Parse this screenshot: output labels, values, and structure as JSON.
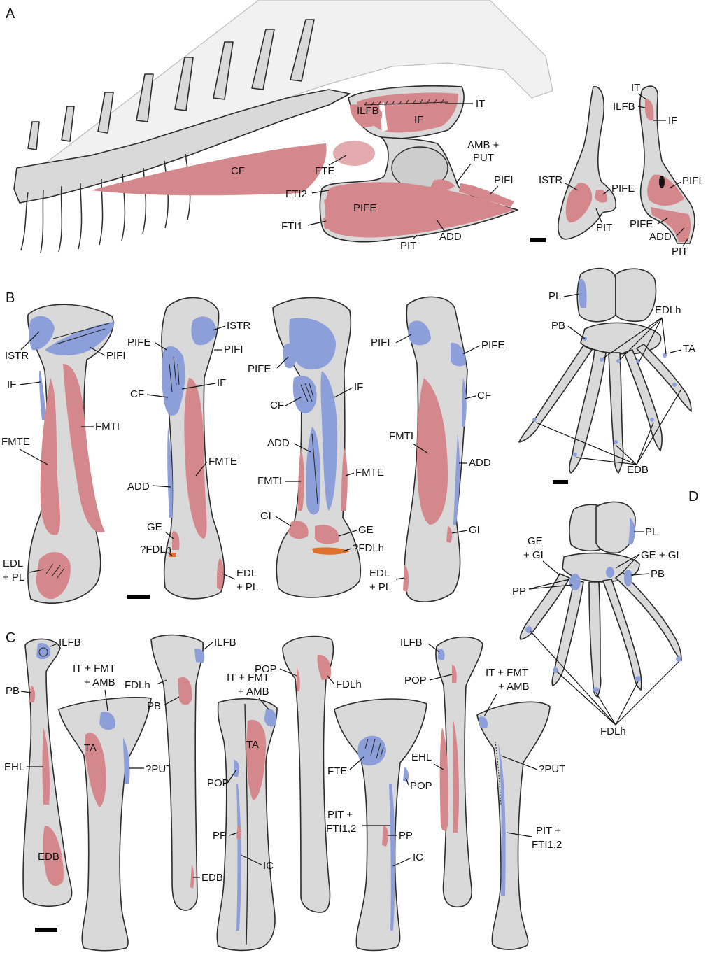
{
  "colors": {
    "extensor_muscles": "#d5888b",
    "flexor_muscles": "#8c9fd9",
    "uncertain": "#e0712c",
    "bone": "#d9d9d9"
  },
  "panels": {
    "a": "A",
    "b": "B",
    "c": "C",
    "d": "D"
  },
  "labels": {
    "a_cf": "CF",
    "a_fte": "FTE",
    "a_ilfb": "ILFB",
    "a_if": "IF",
    "a_it": "IT",
    "a_amb_put_1": "AMB +",
    "a_amb_put_2": "PUT",
    "a_pifi": "PIFI",
    "a_fti2": "FTI2",
    "a_fti1": "FTI1",
    "a_pife": "PIFE",
    "a_add": "ADD",
    "a_pit": "PIT",
    "a2_istr": "ISTR",
    "a2_pife": "PIFE",
    "a2_pit": "PIT",
    "a3_it": "IT",
    "a3_ilfb": "ILFB",
    "a3_if": "IF",
    "a3_pifi": "PIFI",
    "a3_pife": "PIFE",
    "a3_add": "ADD",
    "a3_pit": "PIT",
    "b1_istr": "ISTR",
    "b1_pifi": "PIFI",
    "b1_if": "IF",
    "b1_fmti": "FMTI",
    "b1_fmte": "FMTE",
    "b1_edl_1": "EDL",
    "b1_edl_2": "+ PL",
    "b2_pife": "PIFE",
    "b2_istr": "ISTR",
    "b2_pifi": "PIFI",
    "b2_cf": "CF",
    "b2_if": "IF",
    "b2_fmte": "FMTE",
    "b2_add": "ADD",
    "b2_ge": "GE",
    "b2_fdlh": "?FDLh",
    "b2_edl_1": "EDL",
    "b2_edl_2": "+ PL",
    "b3_pife": "PIFE",
    "b3_cf": "CF",
    "b3_if": "IF",
    "b3_add": "ADD",
    "b3_fmti": "FMTI",
    "b3_fmte": "FMTE",
    "b3_gi": "GI",
    "b3_ge": "GE",
    "b3_fdlh": "?FDLh",
    "b4_pifi": "PIFI",
    "b4_pife": "PIFE",
    "b4_cf": "CF",
    "b4_fmti": "FMTI",
    "b4_add": "ADD",
    "b4_gi": "GI",
    "b4_edl_1": "EDL",
    "b4_edl_2": "+ PL",
    "p_pl": "PL",
    "p_pb": "PB",
    "p_edlh": "EDLh",
    "p_ta": "TA",
    "p_edb": "EDB",
    "d_pl": "PL",
    "d_gegi_1": "GE",
    "d_gegi_2": "+ GI",
    "d_gegi_r": "GE + GI",
    "d_pb": "PB",
    "d_pp": "PP",
    "d_fdlh": "FDLh",
    "c1_ilfb": "ILFB",
    "c1_pb": "PB",
    "c1_ehl": "EHL",
    "c1_edb": "EDB",
    "c2_itfmt_1": "IT + FMT",
    "c2_itfmt_2": "+ AMB",
    "c2_ta": "TA",
    "c2_put": "?PUT",
    "c3_ilfb": "ILFB",
    "c3_fdlh": "FDLh",
    "c3_pb": "PB",
    "c3_edb": "EDB",
    "c4_itfmt_1": "IT + FMT",
    "c4_itfmt_2": "+ AMB",
    "c4_ta": "TA",
    "c4_pop": "POP",
    "c4_pp": "PP",
    "c4_ic": "IC",
    "c5_pop": "POP",
    "c5_fdlh": "FDLh",
    "c6_fte": "FTE",
    "c6_pop": "POP",
    "c6_pit_1": "PIT +",
    "c6_pit_2": "FTI1,2",
    "c6_pp": "PP",
    "c6_ic": "IC",
    "c7_ilfb": "ILFB",
    "c7_pop": "POP",
    "c7_ehl": "EHL",
    "c8_itfmt_1": "IT + FMT",
    "c8_itfmt_2": "+ AMB",
    "c8_put": "?PUT",
    "c8_pit_1": "PIT +",
    "c8_pit_2": "FTI1,2"
  }
}
